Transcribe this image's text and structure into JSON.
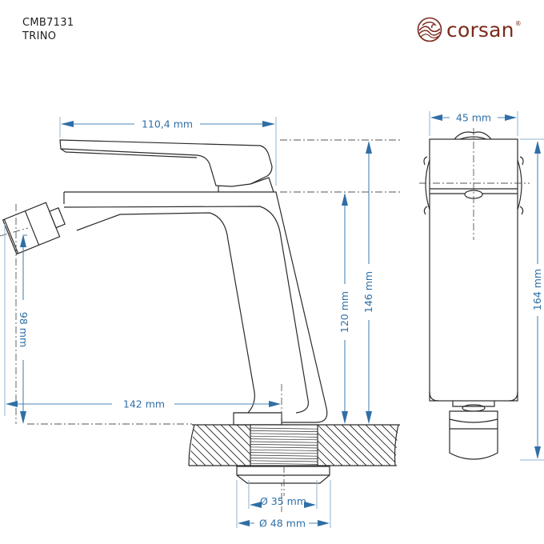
{
  "header": {
    "model_code": "CMB7131",
    "model_name": "TRINO"
  },
  "brand": {
    "logo_icon": "wave-circle-icon",
    "name": "corsan",
    "registered_mark": "®",
    "color": "#7a2a1c"
  },
  "colors": {
    "dimension": "#2f6fa5",
    "outline": "#2b2b2b"
  },
  "dimensions": {
    "handle_length": "110,4 mm",
    "body_width": "45 mm",
    "spout_height": "98 mm",
    "inlet_height": "120 mm",
    "total_height_side": "146 mm",
    "total_height_front": "164 mm",
    "spout_reach": "142 mm",
    "thread_diameter": "Ø 35 mm",
    "base_diameter": "Ø 48 mm"
  }
}
